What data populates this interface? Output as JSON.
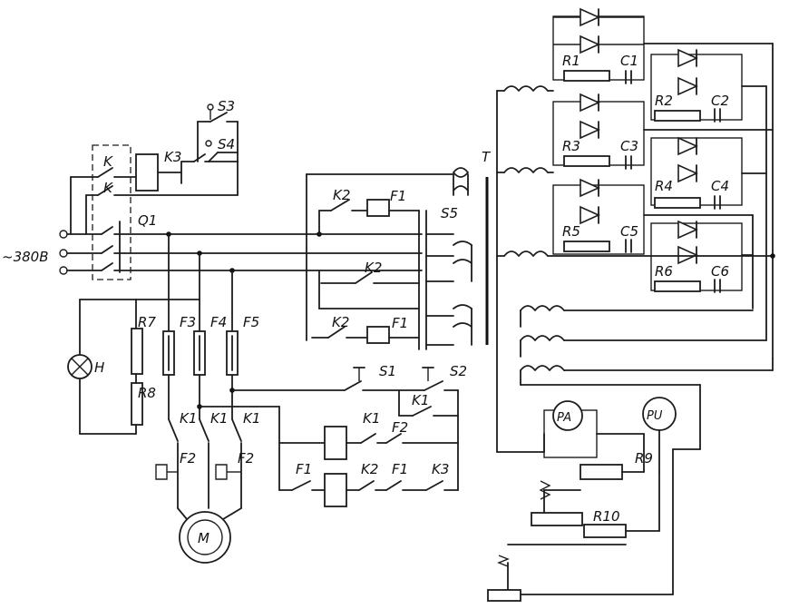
{
  "labels": {
    "supply": "~380B",
    "q1": "Q1",
    "k": "K",
    "k3": "K3",
    "s3": "S3",
    "s4": "S4",
    "k2": "K2",
    "f1": "F1",
    "s5": "S5",
    "t": "T",
    "r7": "R7",
    "r8": "R8",
    "f3": "F3",
    "f4": "F4",
    "f5": "F5",
    "h": "H",
    "k1": "K1",
    "f2": "F2",
    "m": "M",
    "s1": "S1",
    "s2": "S2",
    "k3b": "K3",
    "r1": "R1",
    "c1": "C1",
    "r2": "R2",
    "c2": "C2",
    "r3": "R3",
    "c3": "C3",
    "r4": "R4",
    "c4": "C4",
    "r5": "R5",
    "c5": "C5",
    "r6": "R6",
    "c6": "C6",
    "pa": "PA",
    "pu": "PU",
    "r9": "R9",
    "r10": "R10"
  }
}
